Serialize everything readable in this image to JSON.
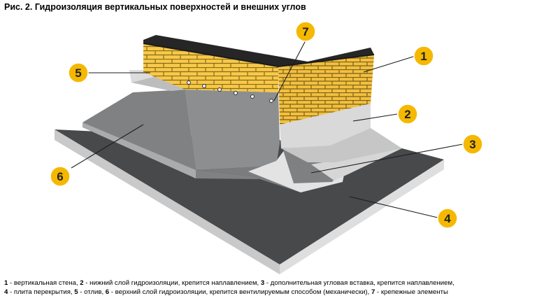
{
  "title": "Рис. 2. Гидроизоляция вертикальных поверхностей и внешних углов",
  "colors": {
    "brick": "#f7c948",
    "mortar": "#8a6a1c",
    "membrane": "#8a8c8e",
    "slab_top": "#4a4b4d",
    "slab_side": "#cfcfcf",
    "insert": "#e3e3e3",
    "marker": "#f5b800"
  },
  "markers": [
    {
      "num": "1"
    },
    {
      "num": "2"
    },
    {
      "num": "3"
    },
    {
      "num": "4"
    },
    {
      "num": "5"
    },
    {
      "num": "6"
    },
    {
      "num": "7"
    }
  ],
  "legend": {
    "line1": [
      {
        "n": "1",
        "t": " - вертикальная стена, "
      },
      {
        "n": "2",
        "t": " - нижний слой гидроизоляции, крепится наплавлением, "
      },
      {
        "n": "3",
        "t": " - дополнительная угловая вставка, крепится наплавлением,"
      }
    ],
    "line2": [
      {
        "n": "4",
        "t": " - плита перекрытия, "
      },
      {
        "n": "5",
        "t": " - отлив, "
      },
      {
        "n": "6",
        "t": " - верхний слой гидроизоляции, крепится вентилируемым способом (механически), "
      },
      {
        "n": "7",
        "t": " - крепежные элементы"
      }
    ]
  }
}
